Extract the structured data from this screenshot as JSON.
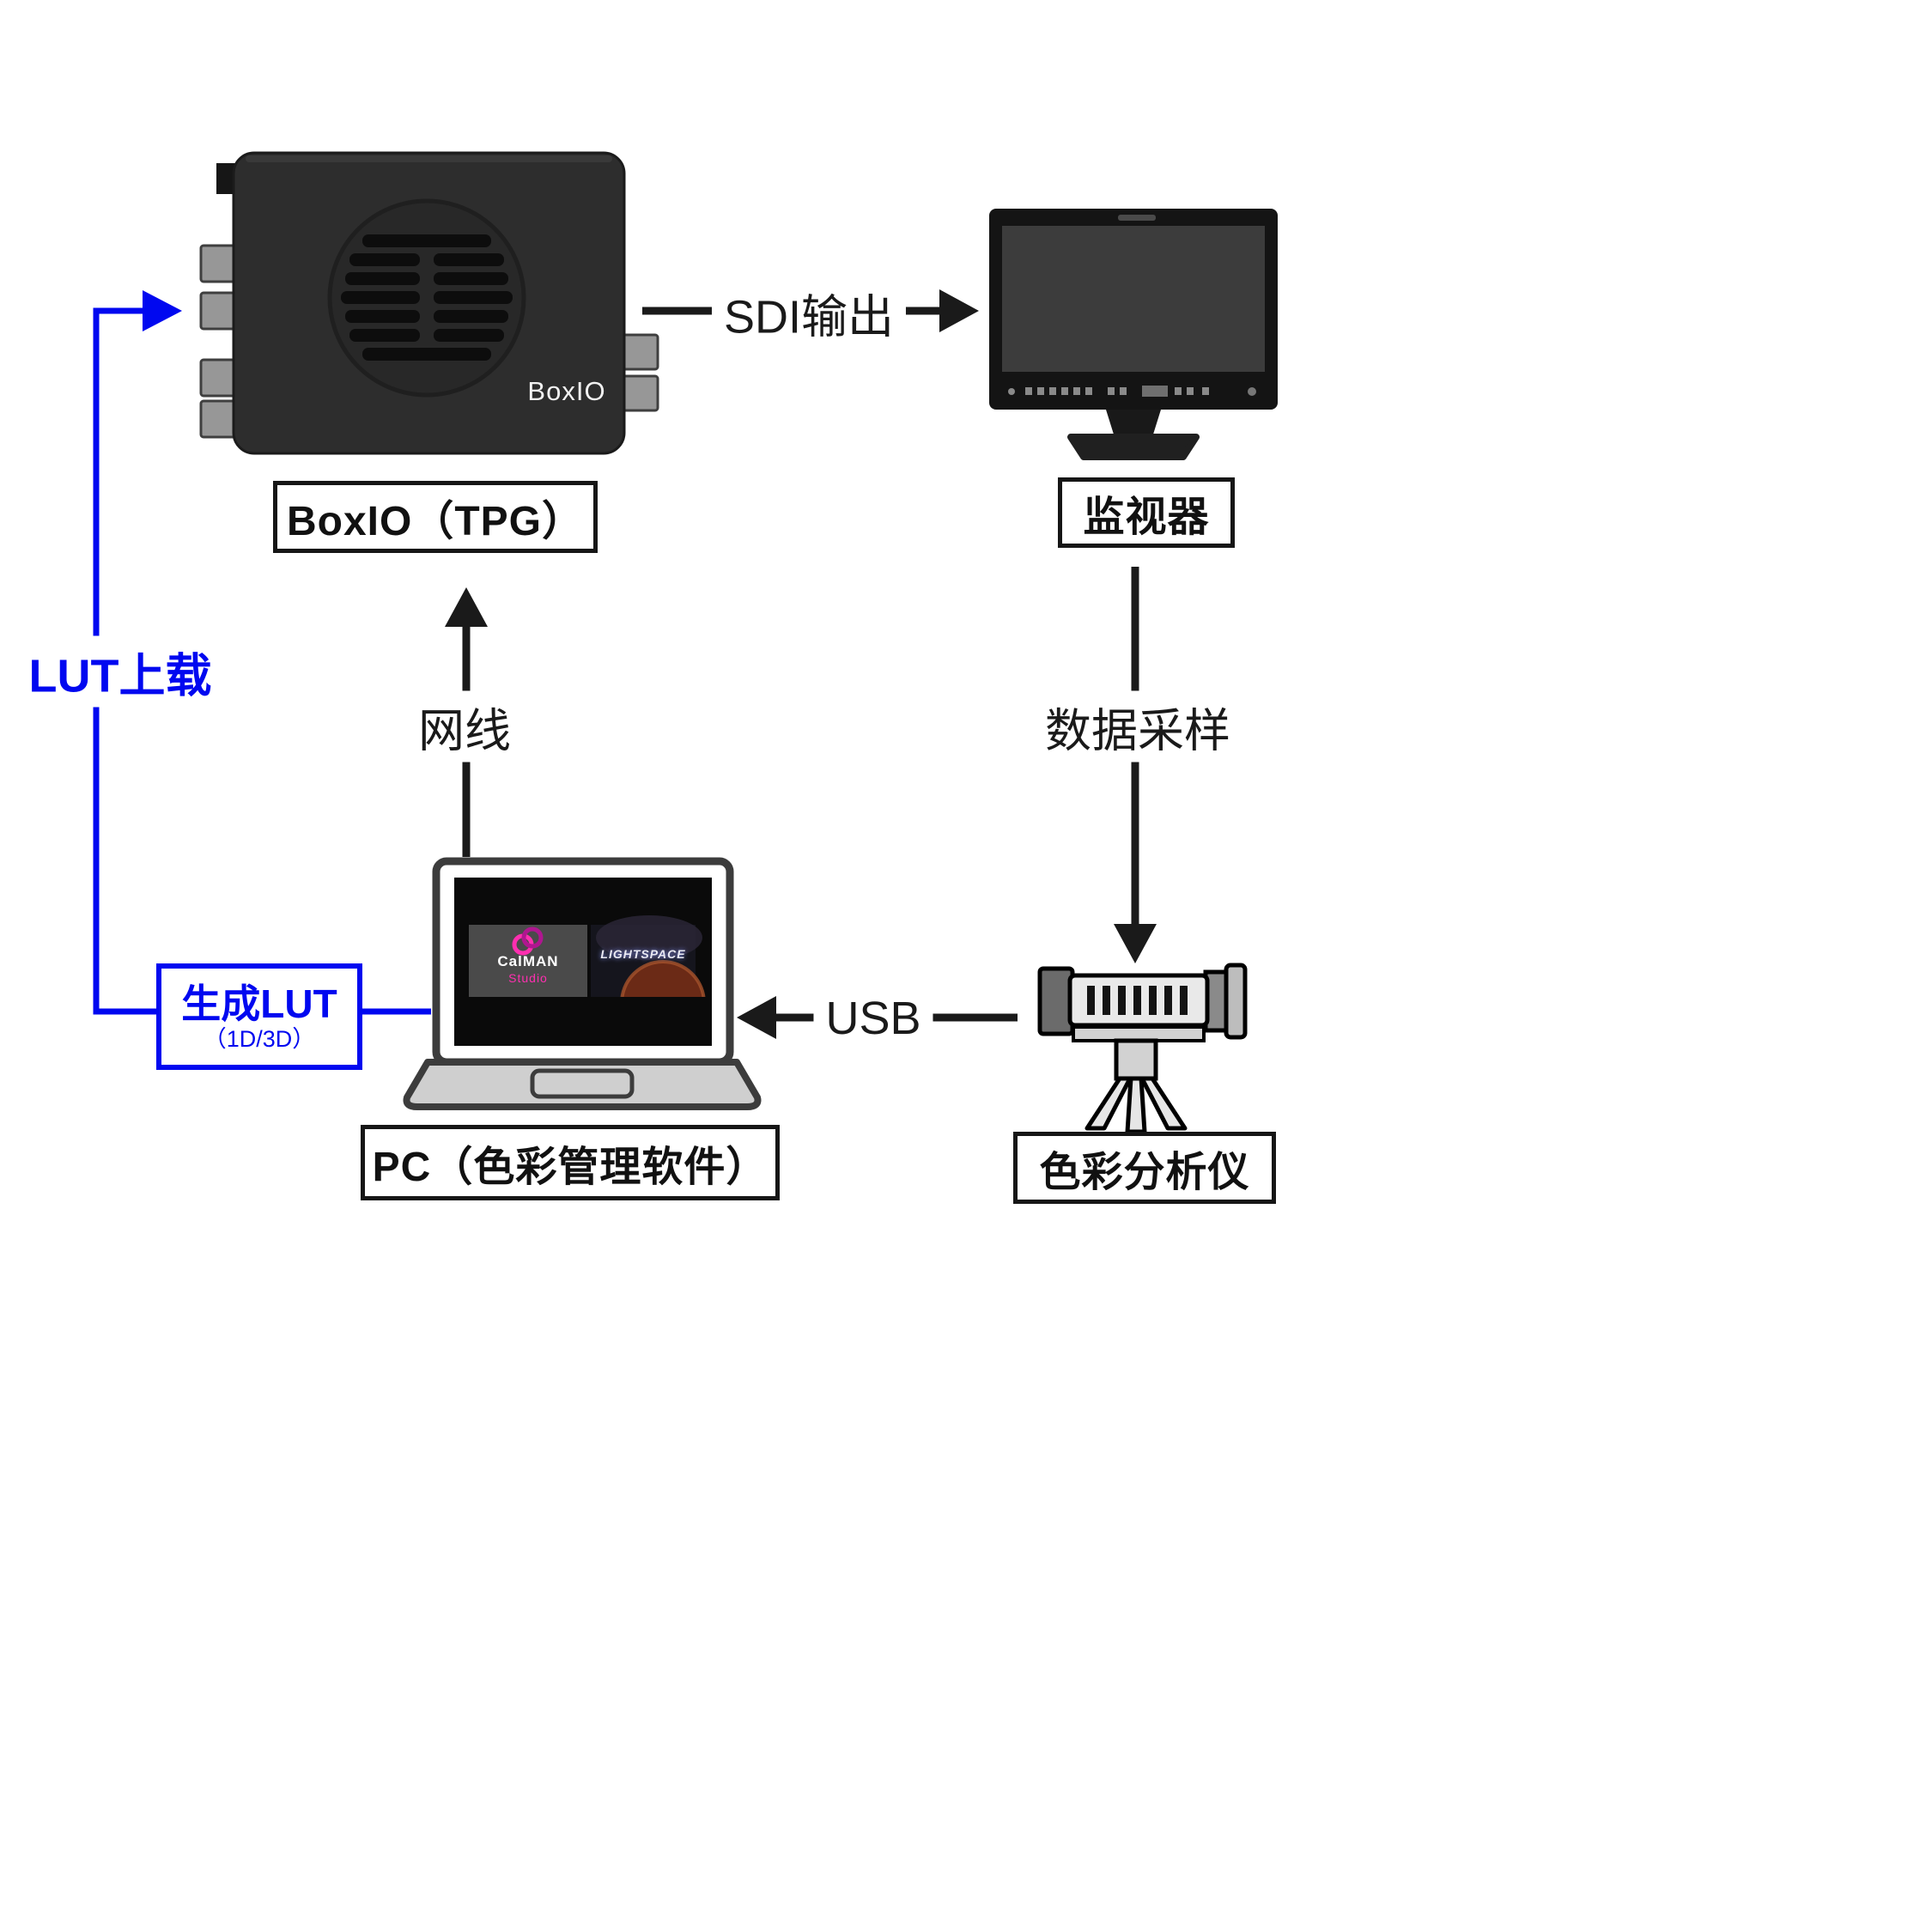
{
  "nodes": {
    "boxio": {
      "label": "BoxIO（TPG）",
      "logo": "BoxIO"
    },
    "monitor": {
      "label": "监视器"
    },
    "pc": {
      "label": "PC（色彩管理软件）",
      "screen": {
        "calman_name": "CalMAN",
        "calman_sub": "Studio",
        "lightspace": "LIGHTSPACE"
      }
    },
    "analyzer": {
      "label": "色彩分析仪"
    }
  },
  "edges": {
    "sdi": {
      "label": "SDI输出"
    },
    "sampling": {
      "label": "数据采样"
    },
    "usb": {
      "label": "USB"
    },
    "ethernet": {
      "label": "网线"
    },
    "lut_upload": {
      "label": "LUT上载"
    },
    "generate_lut": {
      "label": "生成LUT",
      "sublabel": "（1D/3D）"
    }
  },
  "colors": {
    "accent_blue": "#0008f0",
    "line_black": "#1a1a1a",
    "device_dark": "#2d2d2d",
    "calman_magenta": "#ff2fb0"
  }
}
